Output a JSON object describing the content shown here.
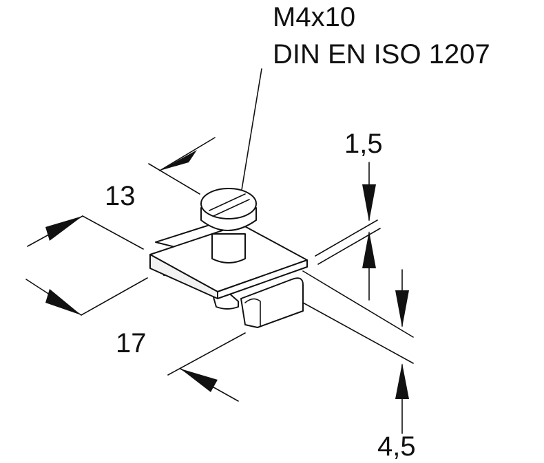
{
  "labels": {
    "screw_size": "M4x10",
    "screw_standard": "DIN EN ISO 1207",
    "dim_13": "13",
    "dim_17": "17",
    "dim_1_5": "1,5",
    "dim_4_5": "4,5"
  },
  "colors": {
    "line": "#111111",
    "part_face": "#ffffff",
    "part_shade": "#f2f2f2"
  }
}
